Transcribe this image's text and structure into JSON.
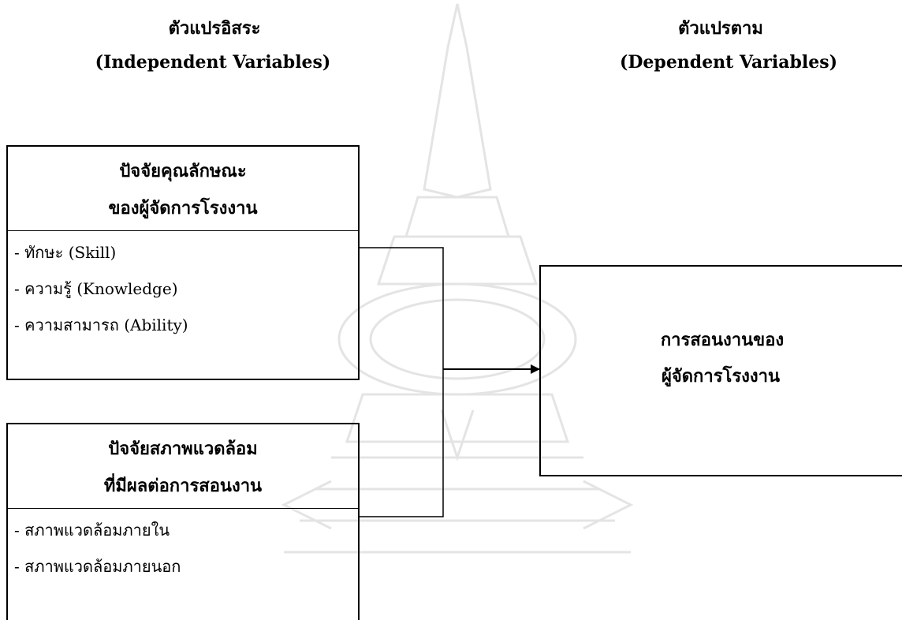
{
  "headings": {
    "independent_th": "ตัวแปรอิสระ",
    "independent_en": "(Independent Variables)",
    "dependent_th": "ตัวแปรตาม",
    "dependent_en": "(Dependent Variables)"
  },
  "box1": {
    "title_line1": "ปัจจัยคุณลักษณะ",
    "title_line2": "ของผู้จัดการโรงงาน",
    "items": [
      "- ทักษะ (Skill)",
      "- ความรู้ (Knowledge)",
      "- ความสามารถ (Ability)"
    ]
  },
  "box2": {
    "title_line1": "ปัจจัยสภาพแวดล้อม",
    "title_line2": "ที่มีผลต่อการสอนงาน",
    "items": [
      "- สภาพแวดล้อมภายใน",
      "- สภาพแวดล้อมภายนอก"
    ]
  },
  "dependent": {
    "line1": "การสอนงานของ",
    "line2": "ผู้จัดการโรงงาน"
  },
  "colors": {
    "line": "#000000",
    "watermark": "#e6e6e6"
  }
}
